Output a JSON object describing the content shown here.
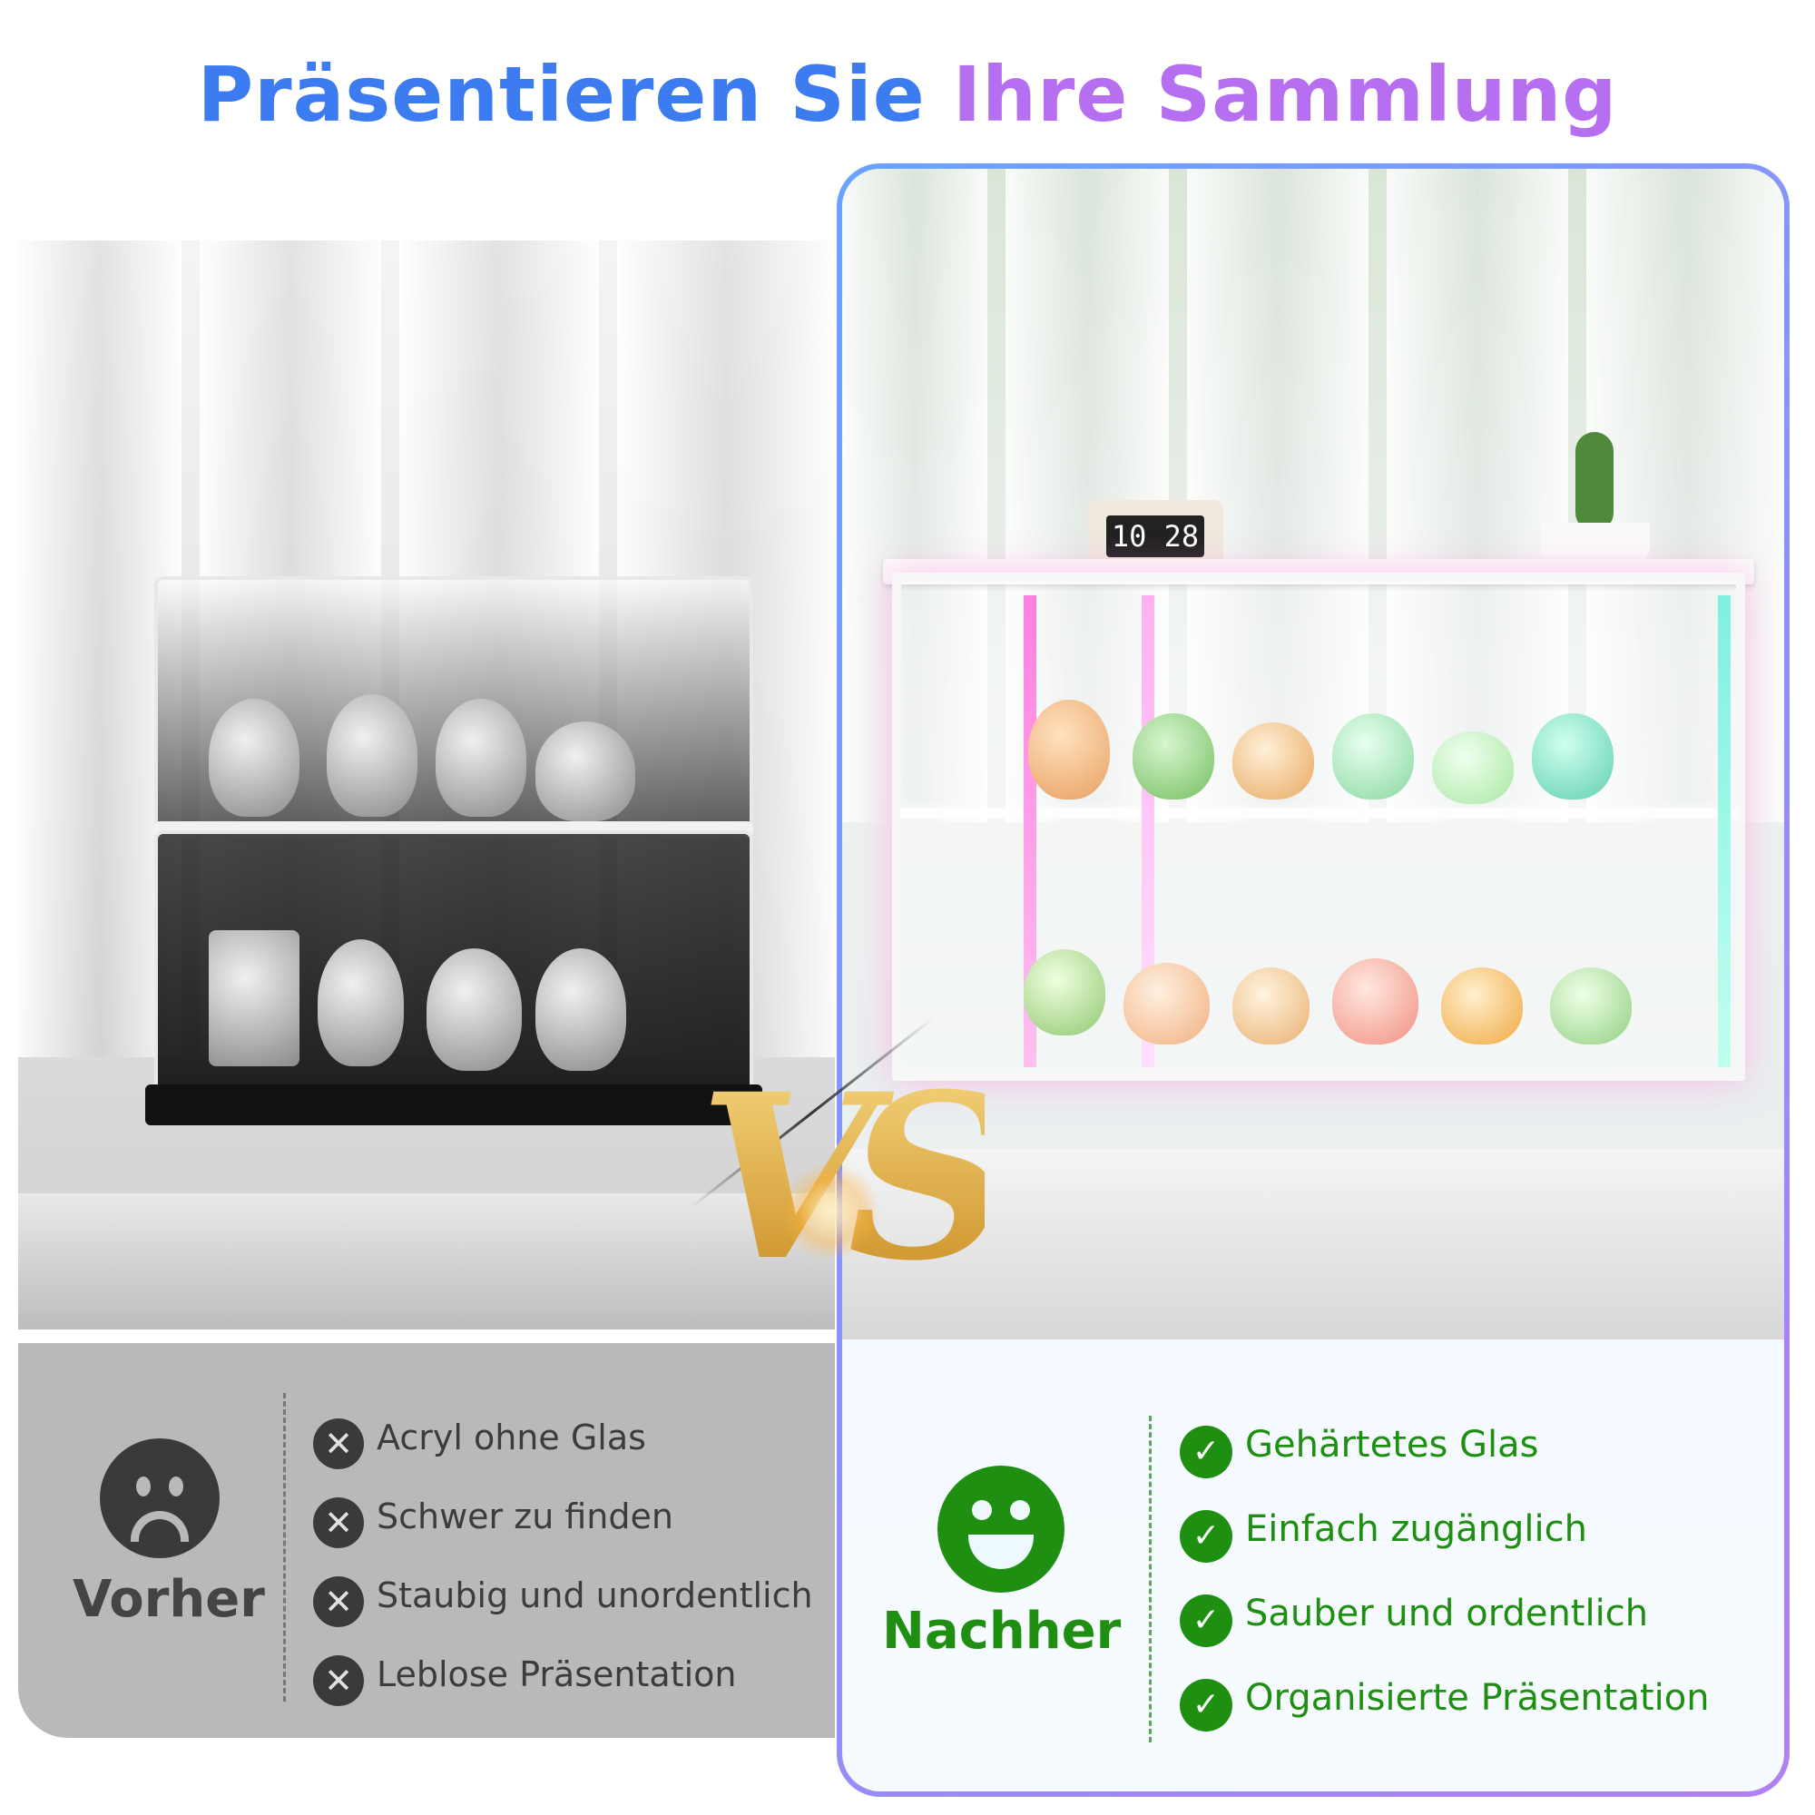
{
  "title": {
    "part1": "Präsentieren Sie",
    "part2": "Ihre Sammlung"
  },
  "before": {
    "label": "Vorher",
    "items": [
      "Acryl ohne Glas",
      "Schwer zu finden",
      "Staubig und unordentlich",
      "Leblose Präsentation"
    ]
  },
  "after": {
    "label": "Nachher",
    "clock_display": "10 28",
    "items": [
      "Gehärtetes Glas",
      "Einfach zugänglich",
      "Sauber und ordentlich",
      "Organisierte Präsentation"
    ]
  },
  "vs_label": "VS",
  "icons": {
    "bad": "x-circle-icon",
    "good": "check-circle-icon",
    "sad": "sad-face-icon",
    "happy": "happy-face-icon"
  },
  "colors": {
    "title_blue": "#3d7cf0",
    "title_purple": "#b56ff0",
    "after_green": "#1f8f12",
    "before_gray": "#3a3a3a"
  }
}
